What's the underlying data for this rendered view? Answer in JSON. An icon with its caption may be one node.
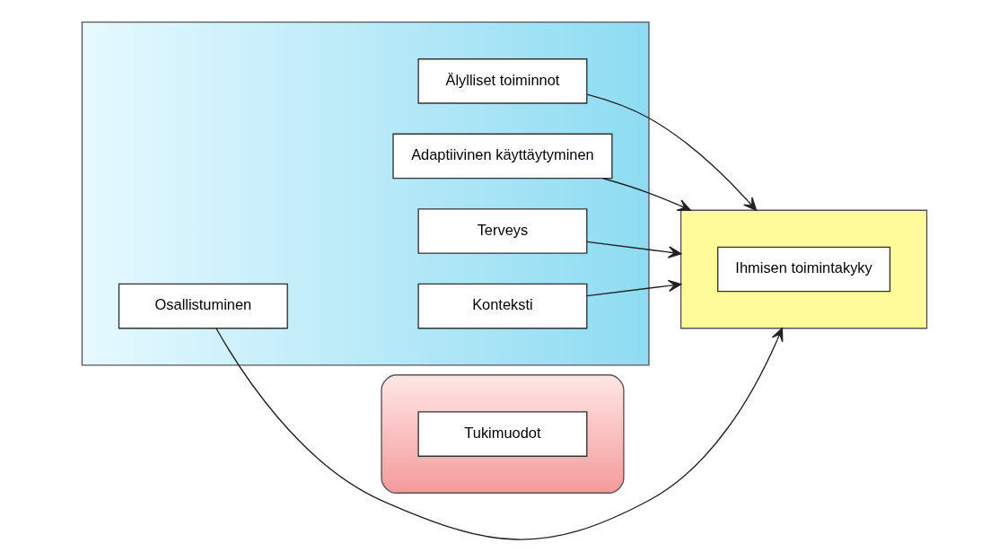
{
  "diagram": {
    "nodes": [
      {
        "text": [],
        "shape": "box"
      },
      {
        "text": [
          "Älylliset toiminnot"
        ],
        "in": 0
      },
      {
        "text": [
          "Adaptiivinen käyttäytyminen"
        ],
        "in": 0
      },
      {
        "text": [
          "Osallistuminen"
        ],
        "in": 0
      },
      {
        "text": [
          "Terveys"
        ],
        "in": 0
      },
      {
        "text": [
          "Konteksti"
        ],
        "in": 0
      },
      {
        "text": [],
        "shape": "ellipse"
      },
      {
        "text": [
          "Tukimuodot"
        ],
        "in": 6
      },
      {
        "text": [],
        "shape": "box"
      },
      {
        "text": [
          "Ihmisen toimintakyky"
        ],
        "in": 8
      }
    ],
    "edges": [
      {
        "from": 1,
        "to": 8,
        "arrow": "to"
      },
      {
        "from": 2,
        "to": 8,
        "arrow": "to"
      },
      {
        "from": 3,
        "to": 8,
        "arrow": "to"
      },
      {
        "from": 4,
        "to": 8,
        "arrow": "to"
      },
      {
        "from": 5,
        "to": 8,
        "arrow": "to"
      }
    ]
  }
}
